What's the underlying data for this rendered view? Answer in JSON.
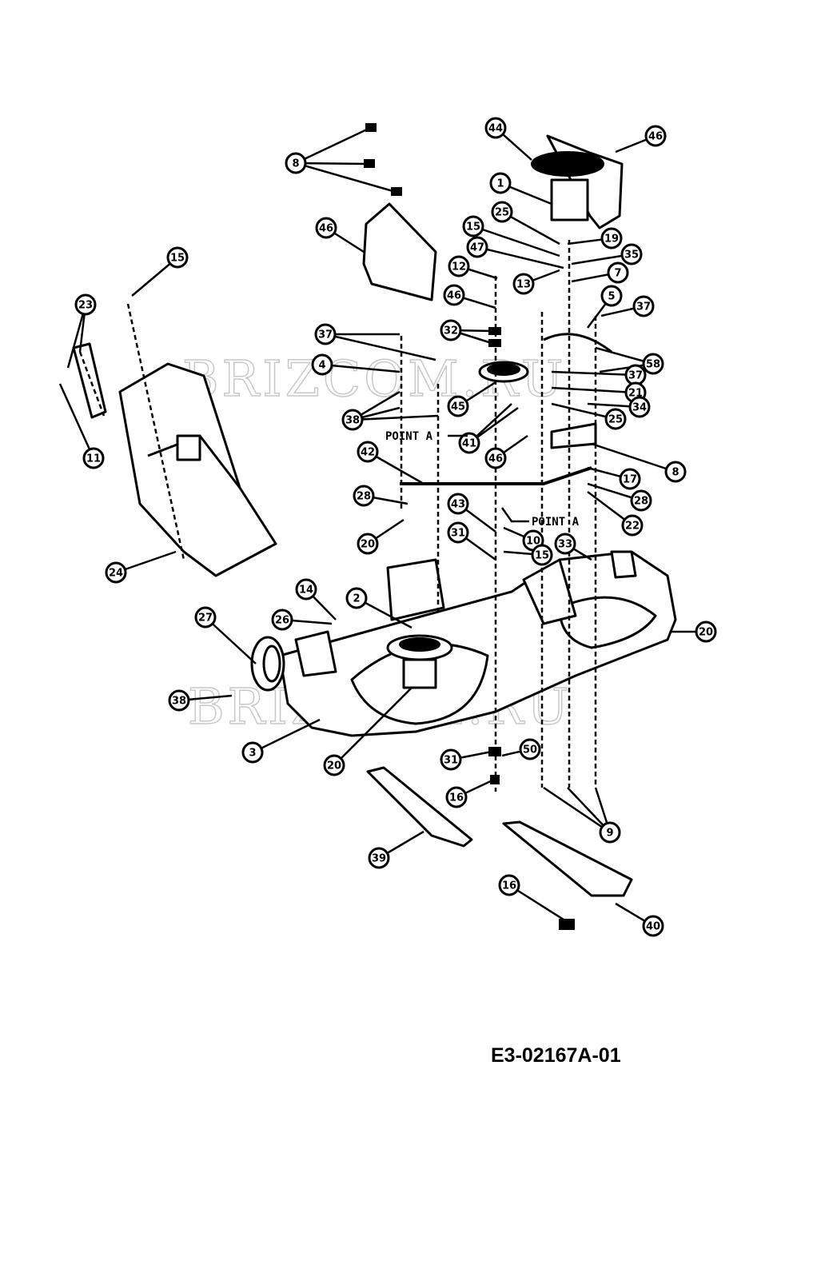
{
  "diagram": {
    "title_code": "E3-02167A-01",
    "watermark": "BRIZCOM.RU",
    "point_label": "POINT A",
    "callouts": [
      "8",
      "44",
      "46",
      "1",
      "46",
      "25",
      "15",
      "19",
      "47",
      "35",
      "12",
      "7",
      "13",
      "46",
      "5",
      "37",
      "37",
      "32",
      "4",
      "37",
      "58",
      "21",
      "45",
      "34",
      "25",
      "38",
      "41",
      "46",
      "8",
      "42",
      "17",
      "28",
      "28",
      "22",
      "43",
      "31",
      "10",
      "15",
      "33",
      "20",
      "15",
      "23",
      "11",
      "24",
      "14",
      "2",
      "27",
      "26",
      "20",
      "38",
      "3",
      "20",
      "31",
      "50",
      "16",
      "9",
      "39",
      "16",
      "40"
    ]
  }
}
